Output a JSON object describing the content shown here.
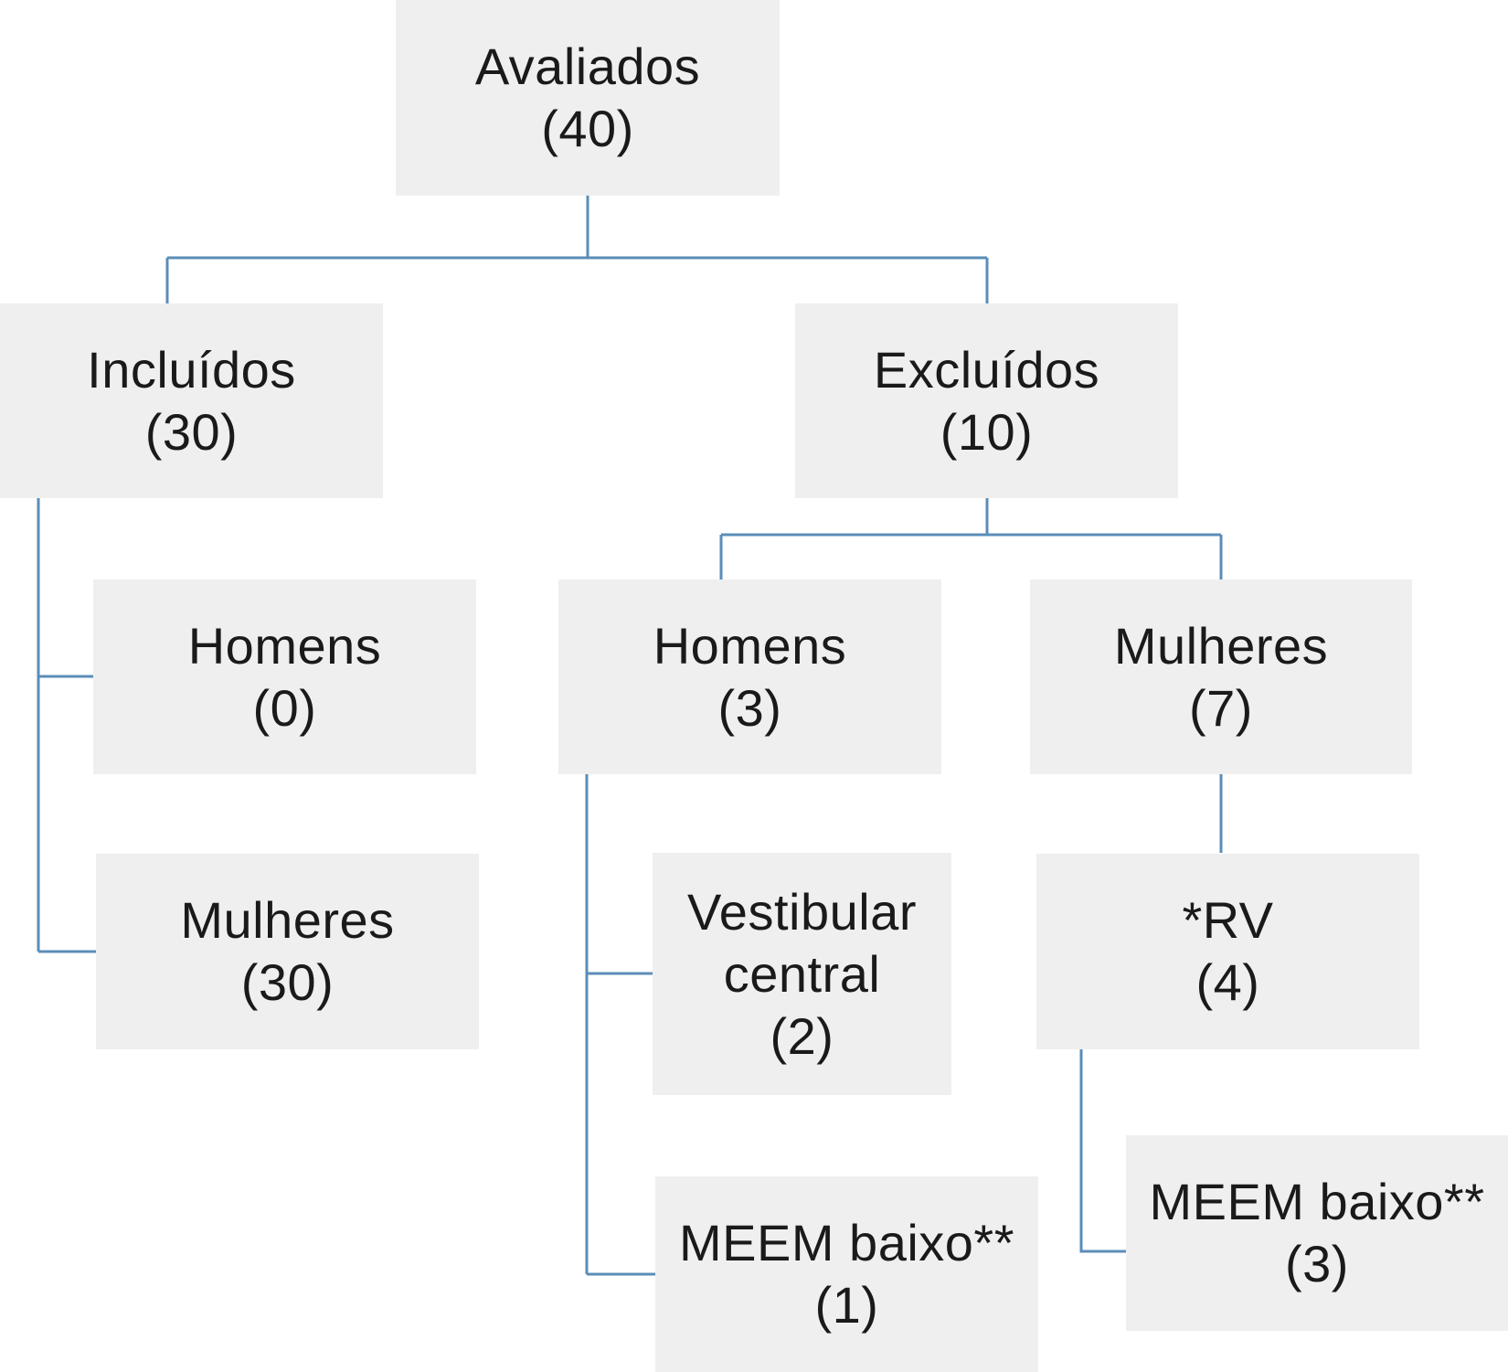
{
  "nodes": {
    "avaliados": {
      "label": "Avaliados",
      "count": "(40)"
    },
    "incluidos": {
      "label": "Incluídos",
      "count": "(30)"
    },
    "excluidos": {
      "label": "Excluídos",
      "count": "(10)"
    },
    "inc_homens": {
      "label": "Homens",
      "count": "(0)"
    },
    "inc_mulheres": {
      "label": "Mulheres",
      "count": "(30)"
    },
    "exc_homens": {
      "label": "Homens",
      "count": "(3)"
    },
    "exc_mulheres": {
      "label": "Mulheres",
      "count": "(7)"
    },
    "vestibular": {
      "label_line1": "Vestibular",
      "label_line2": "central",
      "count": "(2)"
    },
    "rv": {
      "label": "*RV",
      "count": "(4)"
    },
    "meem_homens": {
      "label": "MEEM baixo**",
      "count": "(1)"
    },
    "meem_mulheres": {
      "label": "MEEM baixo**",
      "count": "(3)"
    }
  },
  "colors": {
    "box_fill": "#efefef",
    "connector": "#5b8db8",
    "text": "#1a1a1a"
  }
}
